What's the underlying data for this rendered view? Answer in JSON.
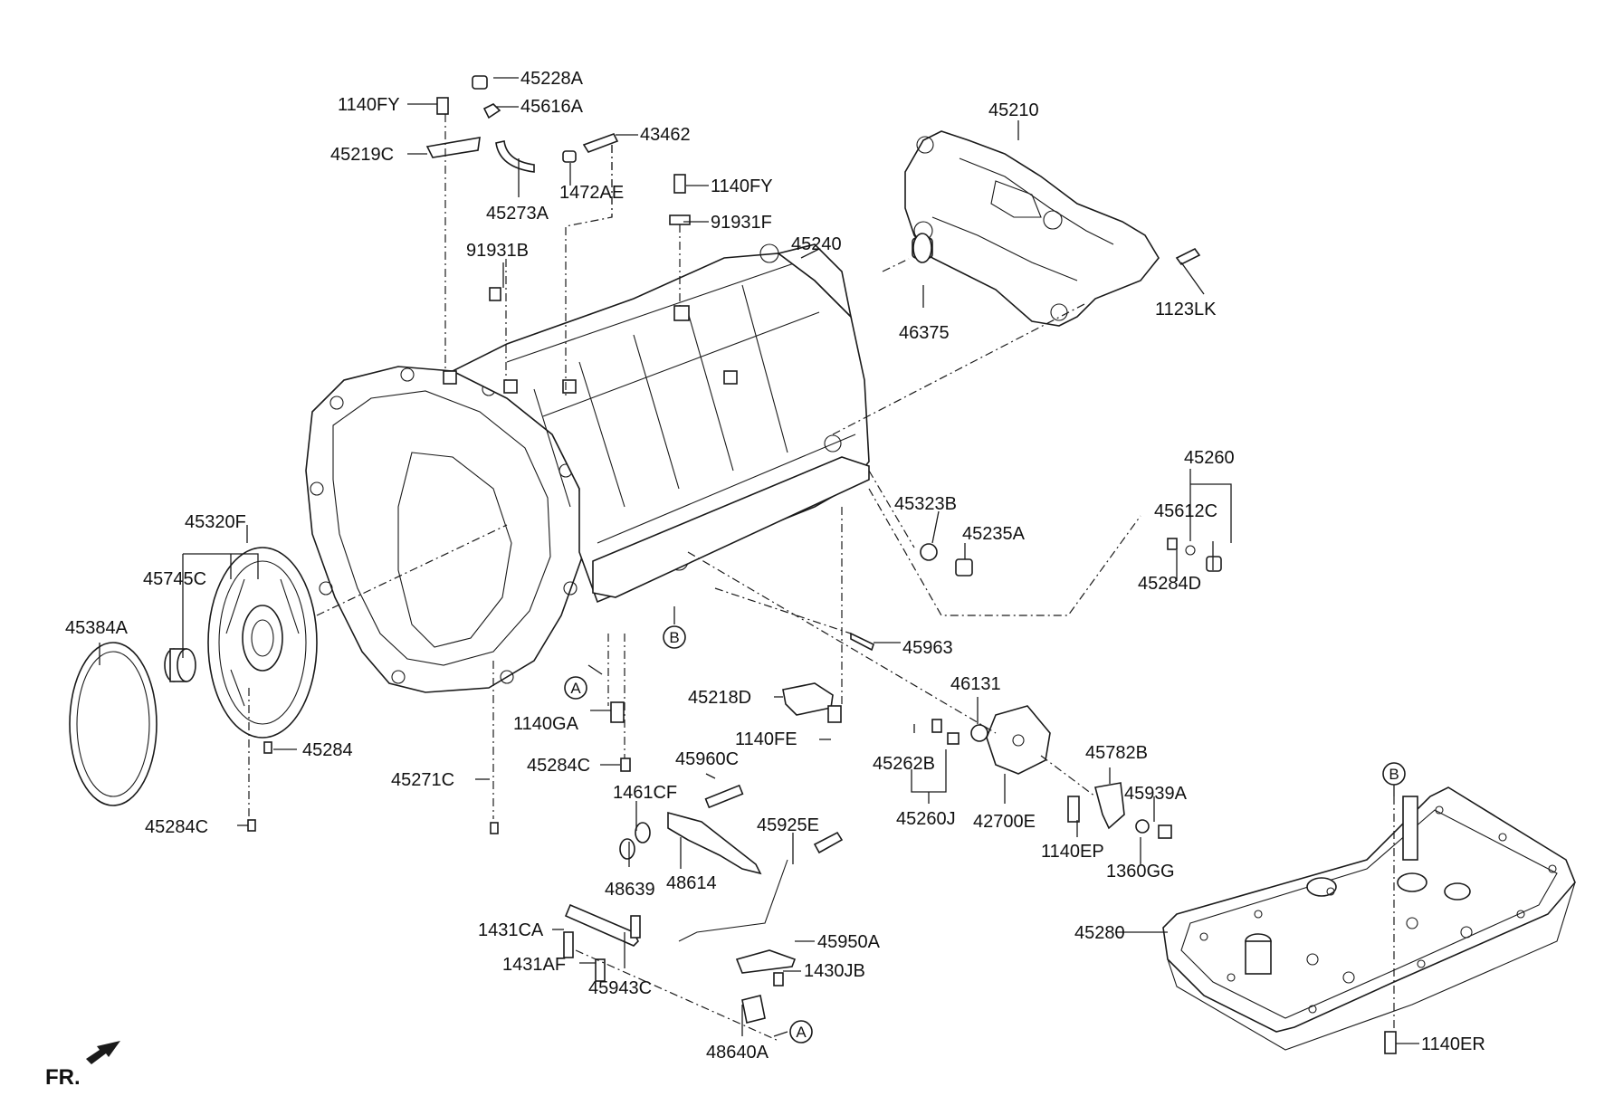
{
  "diagram": {
    "orientation_label": "FR.",
    "circle_markers": {
      "a": "A",
      "b": "B"
    },
    "parts": {
      "p45228A": "45228A",
      "p1140FY_top": "1140FY",
      "p45616A": "45616A",
      "p43462": "43462",
      "p45219C": "45219C",
      "p1472AE": "1472AE",
      "p45273A": "45273A",
      "p1140FY_mid": "1140FY",
      "p91931F": "91931F",
      "p91931B": "91931B",
      "p45210": "45210",
      "p45240": "45240",
      "p46375": "46375",
      "p1123LK": "1123LK",
      "p45260": "45260",
      "p45323B": "45323B",
      "p45235A": "45235A",
      "p45612C": "45612C",
      "p45284D": "45284D",
      "p45320F": "45320F",
      "p45745C": "45745C",
      "p45384A": "45384A",
      "p45963": "45963",
      "p46131": "46131",
      "p45218D": "45218D",
      "p1140GA": "1140GA",
      "p45284": "45284",
      "p1140FE": "1140FE",
      "p45262B": "45262B",
      "p45782B": "45782B",
      "p45284C_mid": "45284C",
      "p45271C": "45271C",
      "p45960C": "45960C",
      "p45939A": "45939A",
      "p1461CF": "1461CF",
      "p45260J": "45260J",
      "p42700E": "42700E",
      "p45284C_low": "45284C",
      "p45925E": "45925E",
      "p1140EP": "1140EP",
      "p48639": "48639",
      "p48614": "48614",
      "p1360GG": "1360GG",
      "p45280": "45280",
      "p1431CA": "1431CA",
      "p45950A": "45950A",
      "p1431AF": "1431AF",
      "p1430JB": "1430JB",
      "p45943C": "45943C",
      "p48640A": "48640A",
      "p1140ER": "1140ER"
    }
  }
}
